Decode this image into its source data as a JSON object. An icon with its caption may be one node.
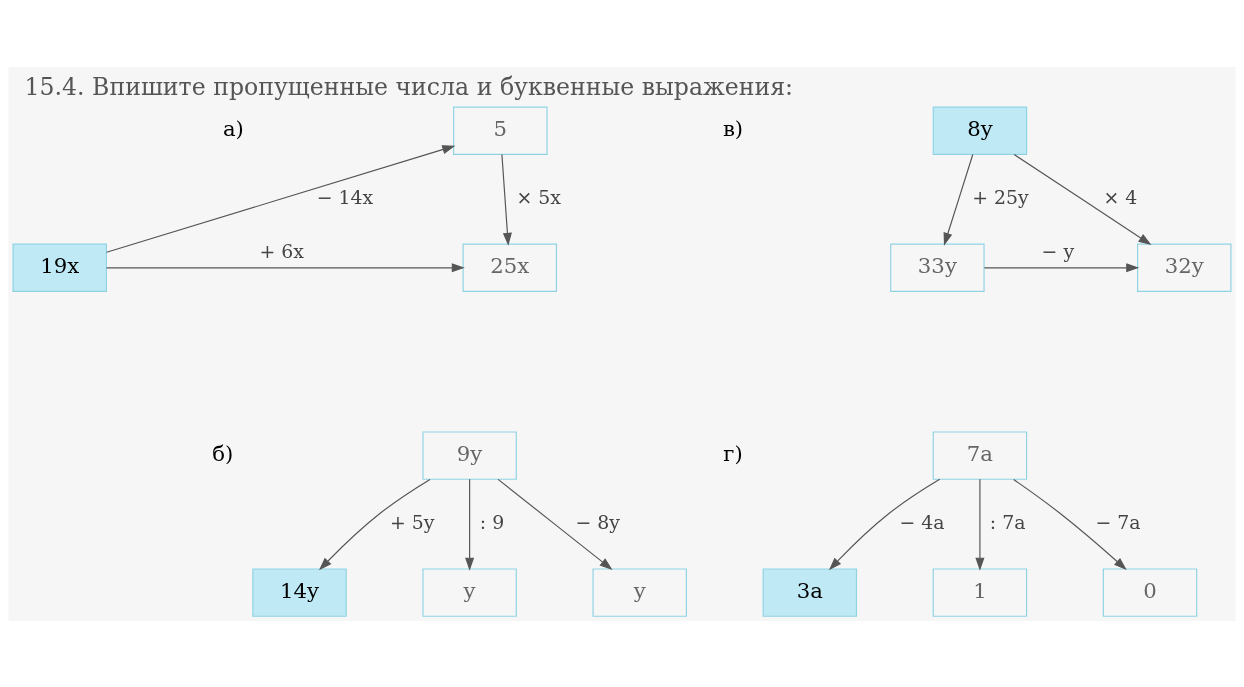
{
  "diagram": {
    "title": "15.4. Впишите пропущенные числа и буквенные выражения:",
    "nodes": [
      {
        "text": [
          "5"
        ]
      },
      {
        "text": [
          "19x"
        ]
      },
      {
        "text": [
          "25x"
        ]
      },
      {
        "text": [
          "8y"
        ]
      },
      {
        "text": [
          "33y"
        ]
      },
      {
        "text": [
          "32y"
        ]
      },
      {
        "text": [
          "9y"
        ]
      },
      {
        "text": [
          "14y"
        ]
      },
      {
        "text": [
          "y"
        ]
      },
      {
        "text": [
          "y"
        ]
      },
      {
        "text": [
          "7a"
        ]
      },
      {
        "text": [
          "3a"
        ]
      },
      {
        "text": [
          "1"
        ]
      },
      {
        "text": [
          "0"
        ]
      }
    ],
    "edges": [
      {
        "from": 1,
        "to": 0,
        "arrow": "to",
        "label": "− 14x"
      },
      {
        "from": 0,
        "to": 2,
        "arrow": "to",
        "label": "× 5x"
      },
      {
        "from": 1,
        "to": 2,
        "arrow": "to",
        "label": "+ 6x"
      },
      {
        "from": 3,
        "to": 4,
        "arrow": "to",
        "label": "+ 25y"
      },
      {
        "from": 3,
        "to": 5,
        "arrow": "to",
        "label": "× 4"
      },
      {
        "from": 4,
        "to": 5,
        "arrow": "to",
        "label": "− y"
      },
      {
        "from": 6,
        "to": 7,
        "arrow": "to",
        "label": "+ 5y"
      },
      {
        "from": 6,
        "to": 8,
        "arrow": "to",
        "label": ": 9"
      },
      {
        "from": 6,
        "to": 9,
        "arrow": "to",
        "label": "− 8y"
      },
      {
        "from": 10,
        "to": 11,
        "arrow": "to",
        "label": "− 4a"
      },
      {
        "from": 10,
        "to": 12,
        "arrow": "to",
        "label": ": 7a"
      },
      {
        "from": 10,
        "to": 13,
        "arrow": "to",
        "label": "− 7a"
      }
    ],
    "labels": [
      "а)",
      "в)",
      "б)",
      "г)"
    ]
  }
}
